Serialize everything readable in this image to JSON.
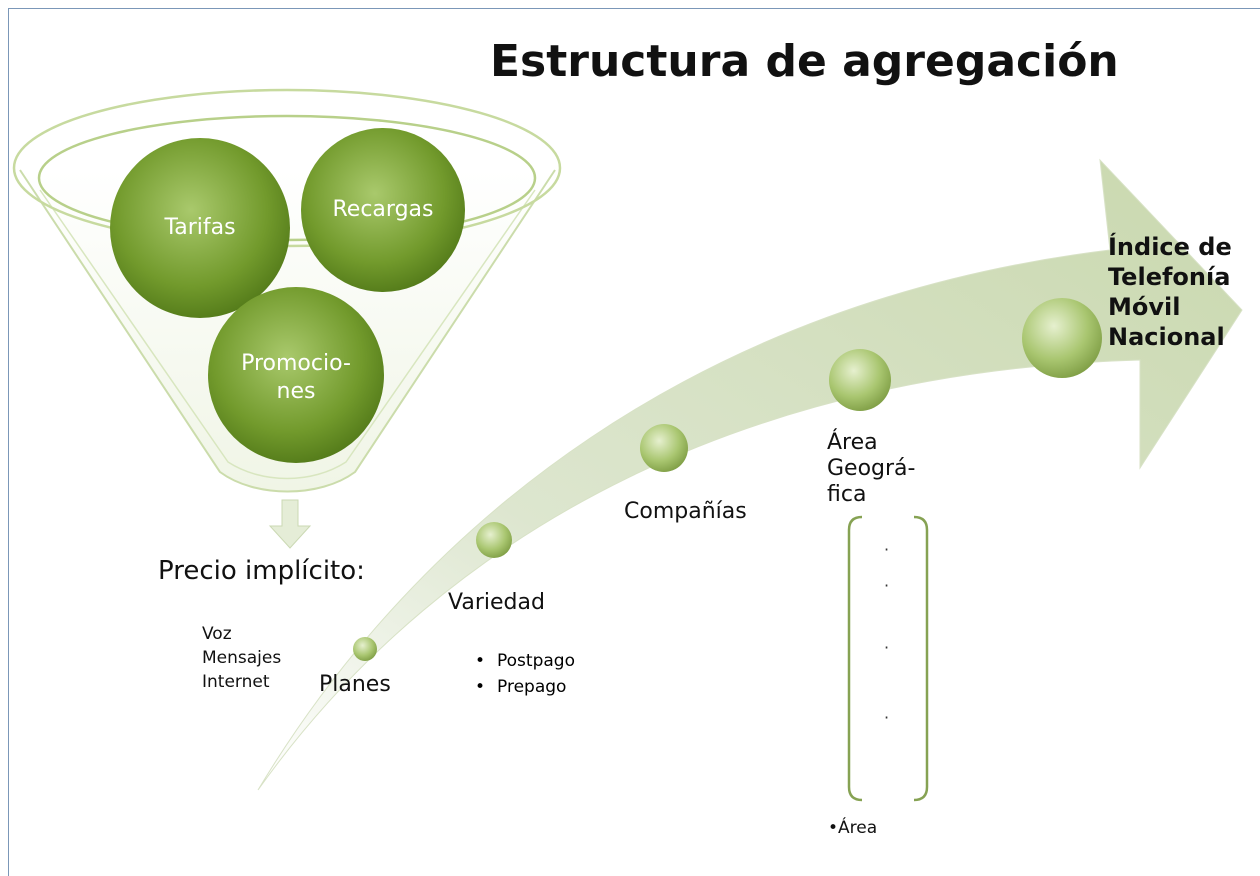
{
  "title": "Estructura de agregación",
  "funnel": {
    "circles": [
      {
        "label": "Tarifas"
      },
      {
        "label": "Recargas"
      },
      {
        "label": "Promocio-\nnes"
      }
    ]
  },
  "implicit_price": {
    "title": "Precio implícito:",
    "items": [
      "Voz",
      "Mensajes",
      "Internet"
    ]
  },
  "stages": {
    "planes": "Planes",
    "variedad": "Variedad",
    "variedad_items": [
      "Postpago",
      "Prepago"
    ],
    "companias": "Compañías",
    "area_lines": [
      "Área",
      "Geográ-",
      "fica"
    ],
    "area_bullet": "Área",
    "index_lines": [
      "Índice de",
      "Telefonía",
      "Móvil",
      "Nacional"
    ]
  },
  "colors": {
    "green_dark": "#5e8a22",
    "green_mid": "#8cb248",
    "arrow_light": "#dfe8cf",
    "frame": "#7b97b8"
  }
}
